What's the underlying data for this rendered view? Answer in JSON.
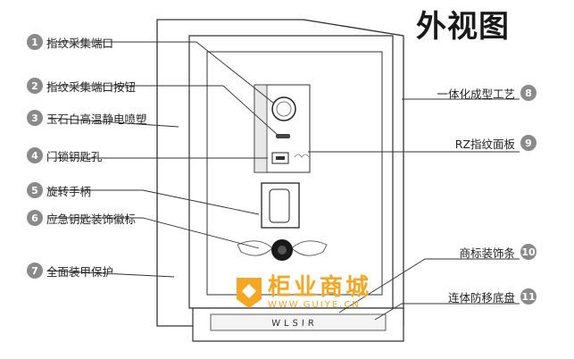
{
  "title": "外视图",
  "watermark": {
    "text": "柜业商城",
    "url": "WWW.GUIYE.CN"
  },
  "brand": "WLSIR",
  "callouts": [
    {
      "num": "1",
      "label": "指纹采集端口"
    },
    {
      "num": "2",
      "label": "指纹采集端口按钮"
    },
    {
      "num": "3",
      "label": "玉石白高温静电喷塑"
    },
    {
      "num": "4",
      "label": "门锁钥匙孔"
    },
    {
      "num": "5",
      "label": "旋转手柄"
    },
    {
      "num": "6",
      "label": "应急钥匙装饰徽标"
    },
    {
      "num": "7",
      "label": "全面装甲保护"
    },
    {
      "num": "8",
      "label": "一体化成型工艺"
    },
    {
      "num": "9",
      "label": "RZ指纹面板"
    },
    {
      "num": "10",
      "label": "商标装饰条"
    },
    {
      "num": "11",
      "label": "连体防移底盘"
    }
  ],
  "colors": {
    "badge": "#8a8a8a",
    "line": "#333333",
    "watermark": "#f5a623"
  }
}
